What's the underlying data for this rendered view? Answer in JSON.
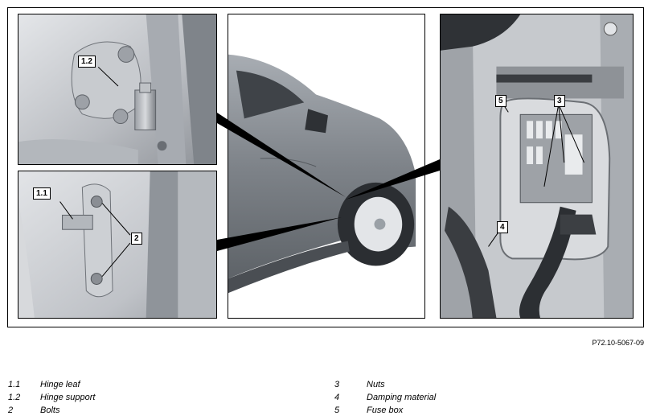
{
  "callouts": {
    "hinge_leaf": "1.1",
    "hinge_support": "1.2",
    "bolts": "2",
    "nuts": "3",
    "damping_material": "4",
    "fuse_box": "5"
  },
  "figure_ref": "P72.10-5067-09",
  "legend": {
    "left": [
      {
        "num": "1.1",
        "label": "Hinge leaf"
      },
      {
        "num": "1.2",
        "label": "Hinge support"
      },
      {
        "num": "2",
        "label": "Bolts"
      }
    ],
    "right": [
      {
        "num": "3",
        "label": "Nuts"
      },
      {
        "num": "4",
        "label": "Damping material"
      },
      {
        "num": "5",
        "label": "Fuse box"
      }
    ]
  }
}
